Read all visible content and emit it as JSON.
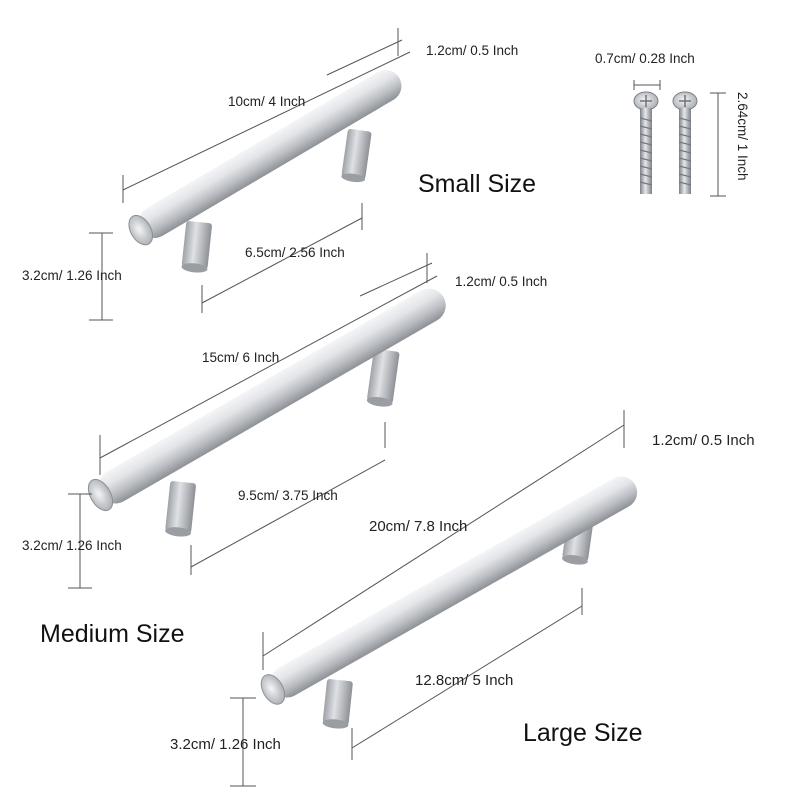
{
  "colors": {
    "background": "#ffffff",
    "metal_light": "#eef0f2",
    "metal_mid": "#c4c7cb",
    "metal_dark": "#8d9196",
    "dimension_line": "#555555",
    "text": "#222222"
  },
  "small": {
    "title": "Small Size",
    "length": "10cm/ 4 Inch",
    "diameter": "1.2cm/ 0.5 Inch",
    "hole_spacing": "6.5cm/ 2.56 Inch",
    "height": "3.2cm/ 1.26 Inch"
  },
  "medium": {
    "title": "Medium Size",
    "length": "15cm/ 6 Inch",
    "diameter": "1.2cm/ 0.5 Inch",
    "hole_spacing": "9.5cm/ 3.75 Inch",
    "height": "3.2cm/ 1.26 Inch"
  },
  "large": {
    "title": "Large Size",
    "length": "20cm/ 7.8 Inch",
    "diameter": "1.2cm/ 0.5 Inch",
    "hole_spacing": "12.8cm/ 5 Inch",
    "height": "3.2cm/ 1.26 Inch"
  },
  "screws": {
    "head_diameter": "0.7cm/ 0.28 Inch",
    "length": "2.64cm/ 1 Inch"
  }
}
